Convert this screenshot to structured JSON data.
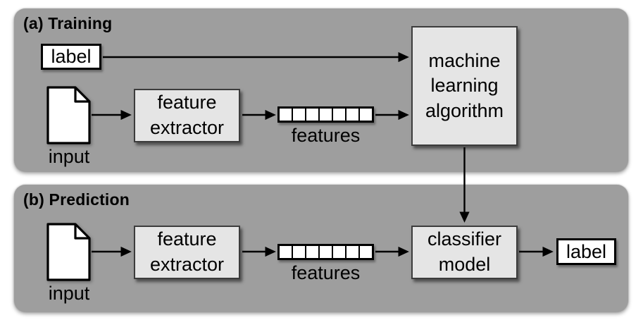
{
  "colors": {
    "page_bg": "#ffffff",
    "panel_bg": "#9e9e9e",
    "process_box_bg": "#e5e5e5",
    "process_box_border": "#3c3c3c",
    "white_box_bg": "#ffffff",
    "box_border": "#000000",
    "line_color": "#000000",
    "text_color": "#000000"
  },
  "training": {
    "title": "(a) Training",
    "label_box": "label",
    "input_caption": "input",
    "extractor_line1": "feature",
    "extractor_line2": "extractor",
    "features_caption": "features",
    "feature_cell_count": 7,
    "algorithm_line1": "machine",
    "algorithm_line2": "learning",
    "algorithm_line3": "algorithm"
  },
  "prediction": {
    "title": "(b) Prediction",
    "input_caption": "input",
    "extractor_line1": "feature",
    "extractor_line2": "extractor",
    "features_caption": "features",
    "feature_cell_count": 7,
    "classifier_line1": "classifier",
    "classifier_line2": "model",
    "label_box": "label"
  }
}
